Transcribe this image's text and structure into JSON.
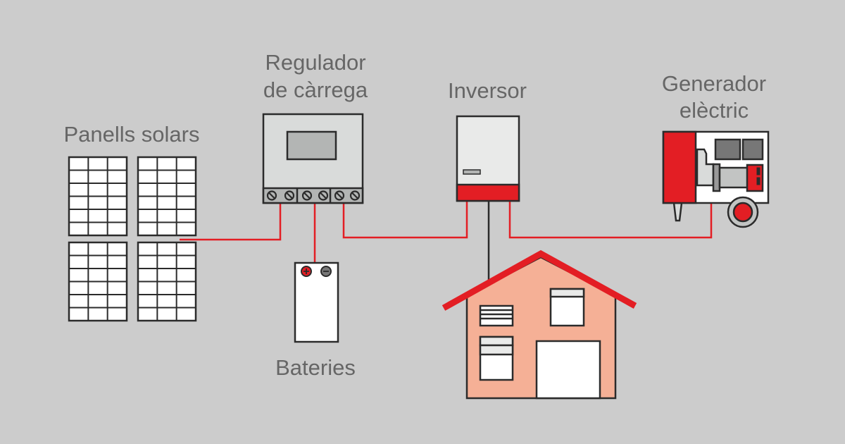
{
  "labels": {
    "solar_panels": "Panells solars",
    "charge_controller_line1": "Regulador",
    "charge_controller_line2": "de càrrega",
    "inverter": "Inversor",
    "generator_line1": "Generador",
    "generator_line2": "elèctric",
    "batteries": "Bateries"
  },
  "colors": {
    "background": "#cccccc",
    "wire": "#e31e24",
    "outline": "#2b2b2b",
    "house_wall": "#f5b096",
    "label": "#666666"
  }
}
